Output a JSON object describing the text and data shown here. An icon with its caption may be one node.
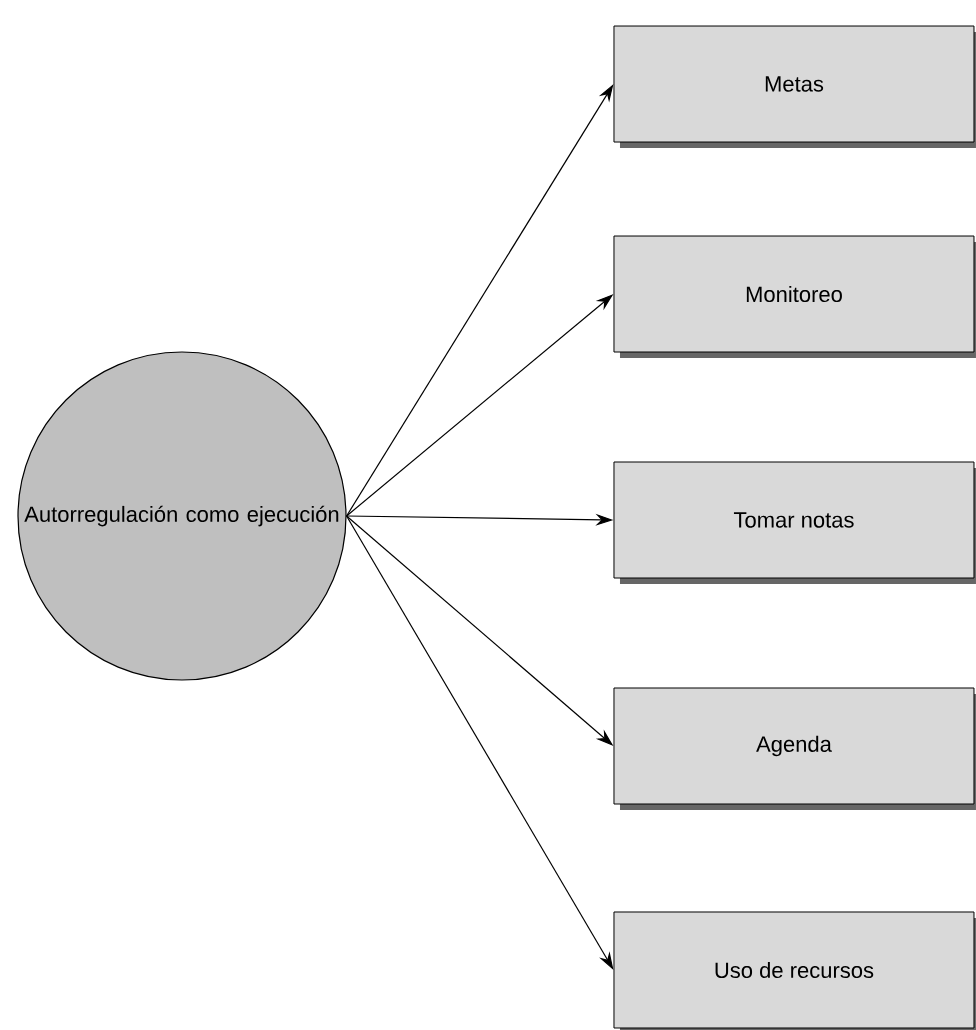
{
  "diagram": {
    "nodes": [
      {
        "text": [
          "Autorregulación como ejecución"
        ]
      },
      {
        "text": [
          "Metas"
        ]
      },
      {
        "text": [
          "Monitoreo"
        ]
      },
      {
        "text": [
          "Tomar notas"
        ]
      },
      {
        "text": [
          "Agenda"
        ]
      },
      {
        "text": [
          "Uso de recursos"
        ]
      }
    ],
    "edges": [
      {
        "from": 0,
        "to": 1,
        "arrow": "to"
      },
      {
        "from": 0,
        "to": 2,
        "arrow": "to"
      },
      {
        "from": 0,
        "to": 3,
        "arrow": "to"
      },
      {
        "from": 0,
        "to": 4,
        "arrow": "to"
      },
      {
        "from": 0,
        "to": 5,
        "arrow": "to"
      }
    ]
  }
}
